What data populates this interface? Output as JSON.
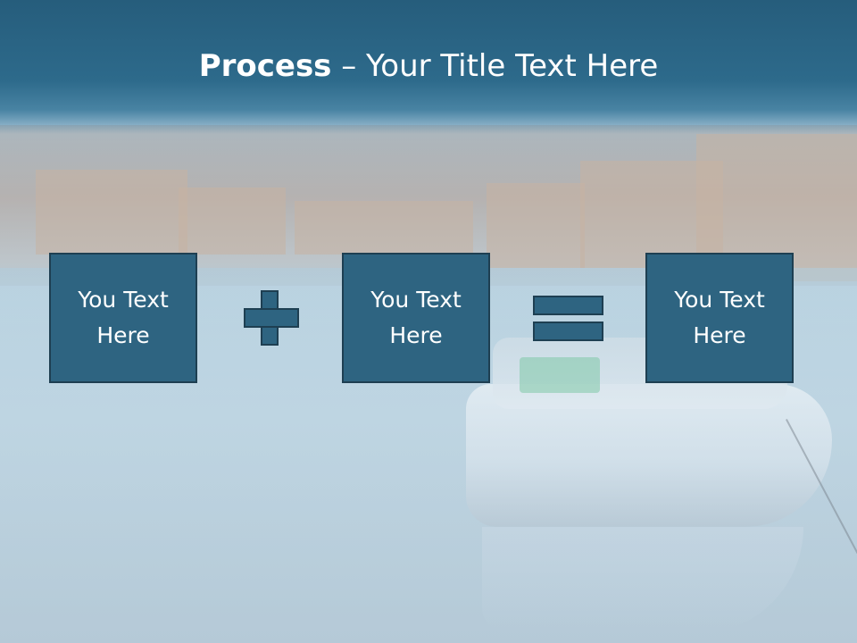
{
  "slide": {
    "title_bold": "Process",
    "title_rest": " – Your Title Text Here"
  },
  "boxes": [
    {
      "label": "You Text Here"
    },
    {
      "label": "You Text Here"
    },
    {
      "label": "You Text Here"
    }
  ],
  "operators": [
    "plus",
    "equals"
  ],
  "colors": {
    "header": "#2d6a8b",
    "box_fill": "#2e6481",
    "box_border": "#1e3f52",
    "text": "#ffffff"
  }
}
